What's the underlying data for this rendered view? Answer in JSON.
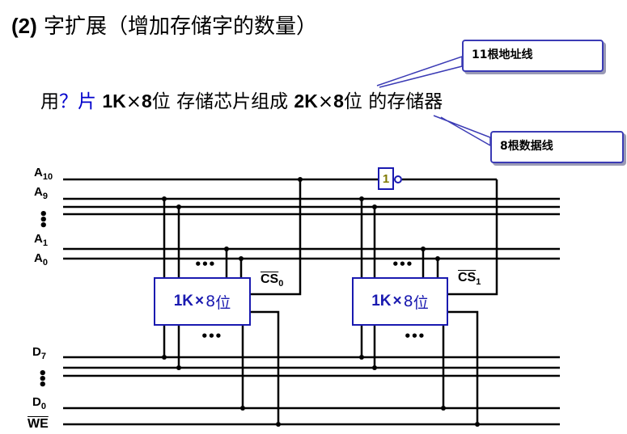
{
  "title": {
    "number": "(2)",
    "text": "字扩展（增加存储字的数量）"
  },
  "subtitle": {
    "pre": "用",
    "q": "？片",
    "chip1k": "1K",
    "times1": "×",
    "bits1": "8",
    "wei1": "位",
    "middle": "存储芯片组成",
    "chip2k": "2K",
    "times2": "×",
    "bits2": "8",
    "wei2": "位",
    "post": "的存储器"
  },
  "callouts": {
    "address_lines": "11根地址线",
    "data_lines": "8根数据线"
  },
  "pins": {
    "a10": {
      "base": "A",
      "sub": "10"
    },
    "a9": {
      "base": "A",
      "sub": "9"
    },
    "a1": {
      "base": "A",
      "sub": "1"
    },
    "a0": {
      "base": "A",
      "sub": "0"
    },
    "d7": {
      "base": "D",
      "sub": "7"
    },
    "d0": {
      "base": "D",
      "sub": "0"
    },
    "we": "WE"
  },
  "chips": [
    {
      "size": "1K",
      "times": "×",
      "bits": " 8",
      "wei": "位",
      "cs_base": "CS",
      "cs_sub": "0"
    },
    {
      "size": "1K",
      "times": "×",
      "bits": " 8",
      "wei": "位",
      "cs_base": "CS",
      "cs_sub": "1"
    }
  ],
  "not_gate": "1",
  "ellipsis": "•••"
}
